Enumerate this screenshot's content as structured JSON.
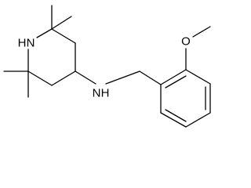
{
  "molecule": {
    "atoms": {
      "ring_nitrogen": "N",
      "ring_nitrogen_h": "H",
      "amine_nitrogen": "N",
      "amine_nitrogen_h": "H",
      "ether_oxygen": "O"
    }
  },
  "colors": {
    "bond": "#000000",
    "label": "#000000",
    "background": "#ffffff"
  }
}
